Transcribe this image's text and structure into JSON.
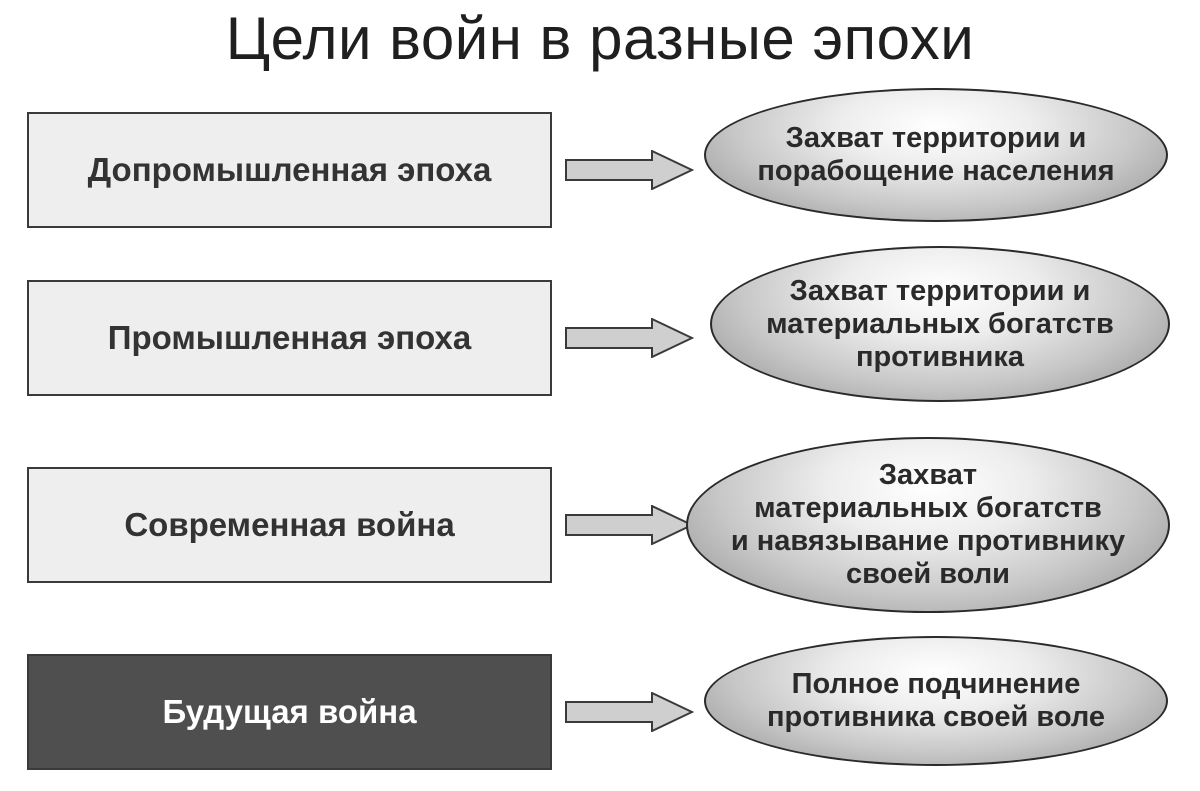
{
  "title": "Цели войн в разные эпохи",
  "rows": [
    {
      "era": "Допромышленная эпоха",
      "goal": "Захват территории и\nпорабощение населения",
      "dark": false
    },
    {
      "era": "Промышленная эпоха",
      "goal": "Захват территории и\nматериальных богатств\nпротивника",
      "dark": false
    },
    {
      "era": "Современная война",
      "goal": "Захват\nматериальных богатств\nи навязывание противнику\nсвоей воли",
      "dark": false
    },
    {
      "era": "Будущая война",
      "goal": "Полное подчинение\nпротивника своей воле",
      "dark": true
    }
  ]
}
